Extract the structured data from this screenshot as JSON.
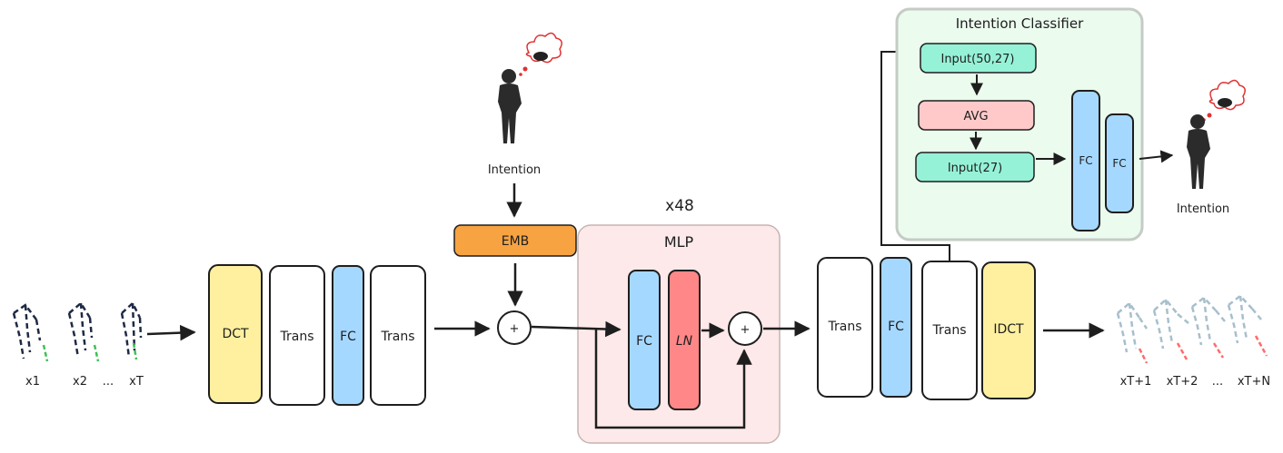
{
  "inputs": {
    "x1": "x1",
    "x2": "x2",
    "dots": "...",
    "xT": "xT"
  },
  "outputs": {
    "y1": "xT+1",
    "y2": "xT+2",
    "dots": "...",
    "yN": "xT+N"
  },
  "encoder": {
    "dct": "DCT",
    "trans1": "Trans",
    "fc": "FC",
    "trans2": "Trans"
  },
  "intention_input": {
    "label": "Intention",
    "emb": "EMB",
    "plus": "+"
  },
  "mlp": {
    "repeat": "x48",
    "title": "MLP",
    "fc": "FC",
    "ln": "LN",
    "plus": "+"
  },
  "decoder": {
    "trans1": "Trans",
    "fc": "FC",
    "trans2": "Trans",
    "idct": "IDCT"
  },
  "classifier": {
    "title": "Intention Classifier",
    "input1": "Input(50,27)",
    "avg": "AVG",
    "input2": "Input(27)",
    "fc1": "FC",
    "fc2": "FC",
    "output_label": "Intention"
  },
  "colors": {
    "yellow": "#fff0a0",
    "blue": "#a5d8ff",
    "orange": "#f7a342",
    "red": "#ff8787",
    "pink_panel": "#fde9e9",
    "green_panel": "#ebfbee",
    "teal": "#96f2d7",
    "pink_box": "#ffc9c9",
    "traj_dark": "#1e2a44",
    "traj_green": "#40c057",
    "traj_light": "#a7bfcc",
    "traj_red": "#ff6b6b"
  }
}
